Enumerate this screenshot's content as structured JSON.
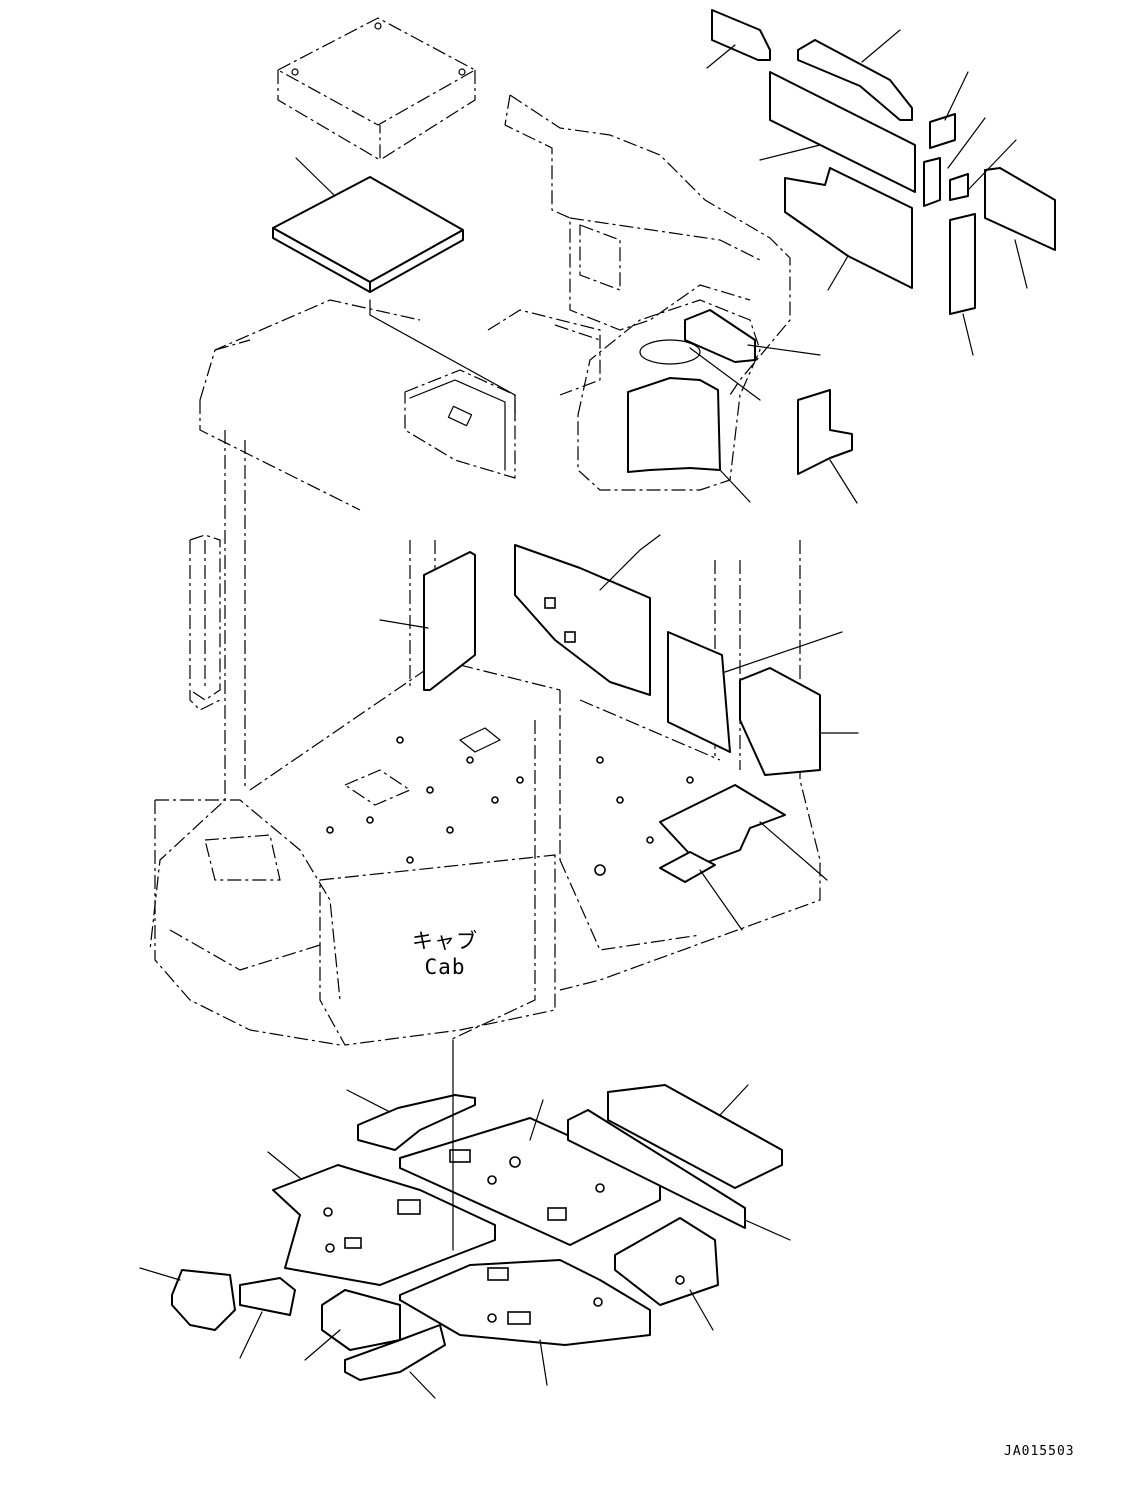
{
  "diagram": {
    "cab_label_jp": "キャブ",
    "cab_label_en": "Cab",
    "drawing_code": "JA015503",
    "line_color": "#000000",
    "background_color": "#ffffff"
  }
}
